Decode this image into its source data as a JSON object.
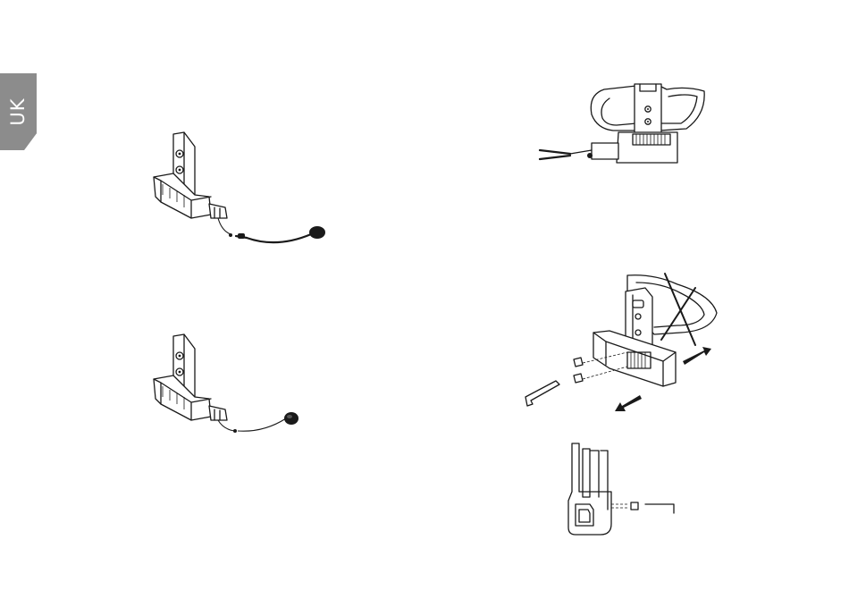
{
  "language_tab": {
    "label": "UK",
    "color": "#8c8c8c"
  },
  "figures": [
    {
      "name": "base-with-boom-microphone",
      "icon": "boom-microphone-illustration"
    },
    {
      "name": "base-with-wired-microphone",
      "icon": "wired-microphone-illustration"
    },
    {
      "name": "clamp-mounted-on-helmet",
      "icon": "helmet-clamp-illustration"
    },
    {
      "name": "clamp-plate-removal",
      "icon": "clamp-removal-illustration"
    },
    {
      "name": "screw-detail",
      "icon": "allen-key-screw-illustration"
    }
  ]
}
